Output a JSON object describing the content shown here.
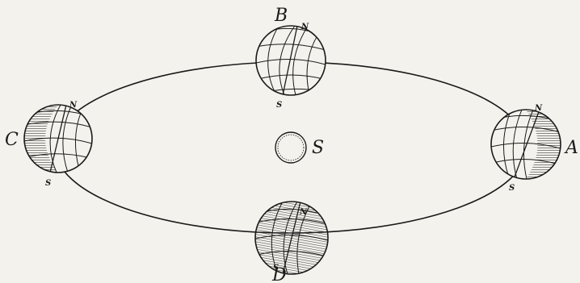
{
  "labels": {
    "position_a": "A",
    "position_b": "B",
    "position_c": "C",
    "position_d": "D",
    "sun": "S"
  },
  "poles": {
    "north": "N",
    "south": "S"
  },
  "colors": {
    "ink": "#1a1a1a",
    "paper": "#f4f2ec"
  }
}
